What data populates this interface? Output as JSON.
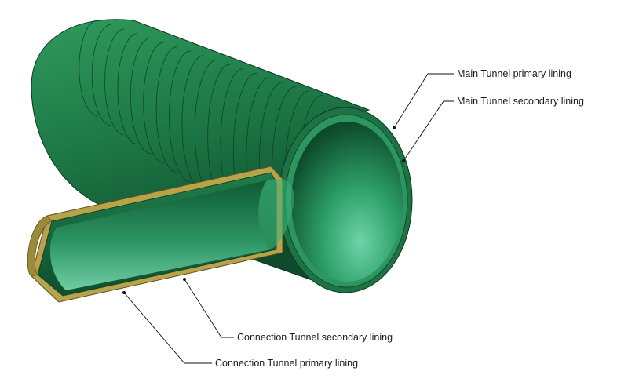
{
  "labels": {
    "main_primary": "Main Tunnel primary lining",
    "main_secondary": "Main Tunnel secondary lining",
    "conn_secondary": "Connection Tunnel secondary lining",
    "conn_primary": "Connection Tunnel primary lining"
  },
  "colors": {
    "main_outer_dark": "#0e4a2b",
    "main_outer_mid": "#1e7a47",
    "main_outer_light": "#2f9a5c",
    "inner_dark": "#0f5a34",
    "inner_light": "#5cc49a",
    "primary_lining_tan": "#b8a24a",
    "background": "#ffffff"
  },
  "diagram": {
    "main_tunnel_rings": 18
  }
}
